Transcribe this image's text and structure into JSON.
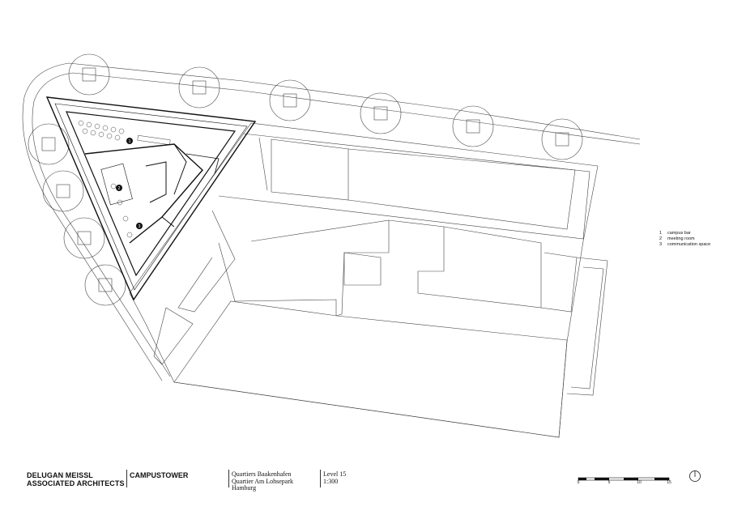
{
  "legend": {
    "items": [
      {
        "num": "1",
        "label": "campus bar"
      },
      {
        "num": "2",
        "label": "meeting room"
      },
      {
        "num": "3",
        "label": "communication space"
      }
    ]
  },
  "plan_markers": [
    "1",
    "2",
    "3"
  ],
  "footer": {
    "firm_line1": "DELUGAN MEISSL",
    "firm_line2": "ASSOCIATED ARCHITECTS",
    "project": "CAMPUSTOWER",
    "location_line1": "Quartiers Baakenhafen",
    "location_line2": "Quartier Am Lohsepark",
    "location_line3": "Hamburg",
    "level": "Level 15",
    "scale": "1:300"
  },
  "scale_bar": {
    "ticks": [
      "0",
      "5",
      "10",
      "15"
    ]
  },
  "icons": {
    "north_arrow": "north-arrow-icon"
  }
}
